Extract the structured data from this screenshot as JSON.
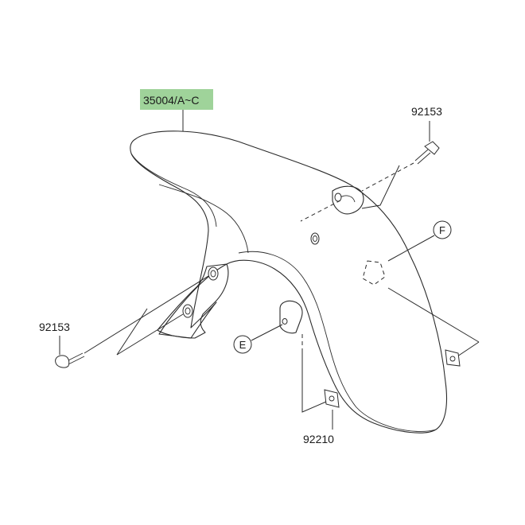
{
  "diagram": {
    "highlight_color": "#9fd39a",
    "parts": {
      "fender": "35004/A~C",
      "bolt_top_right": "92153",
      "bolt_left": "92153",
      "nut_bottom": "92210"
    },
    "callouts": {
      "e": "E",
      "f": "F"
    }
  }
}
